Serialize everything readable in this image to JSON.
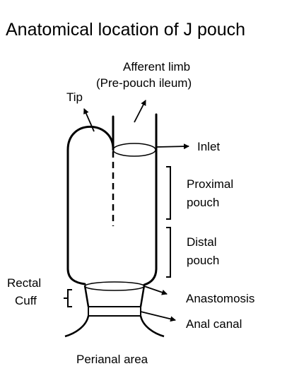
{
  "title": "Anatomical location of J pouch",
  "labels": {
    "afferent_line1": "Afferent limb",
    "afferent_line2": "(Pre-pouch ileum)",
    "tip": "Tip",
    "inlet": "Inlet",
    "proximal_line1": "Proximal",
    "proximal_line2": "pouch",
    "distal_line1": "Distal",
    "distal_line2": "pouch",
    "rectal_line1": "Rectal",
    "rectal_line2": "Cuff",
    "anastomosis": "Anastomosis",
    "anal_canal": "Anal canal",
    "perianal": "Perianal area"
  },
  "colors": {
    "stroke": "#000000",
    "background": "#ffffff"
  }
}
